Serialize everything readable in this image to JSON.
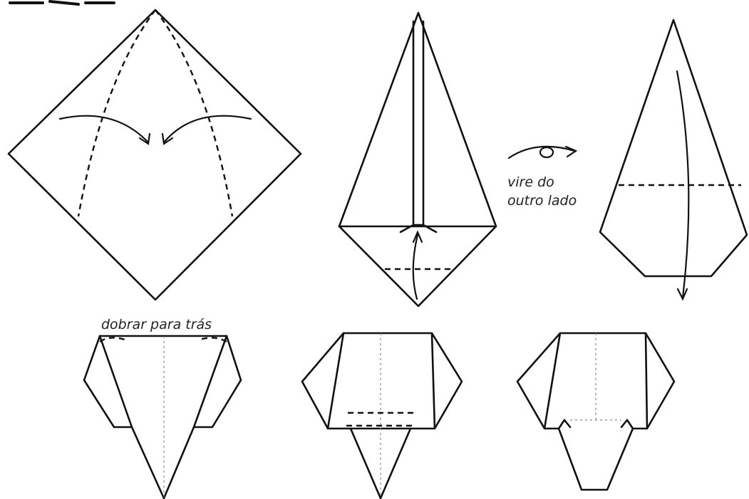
{
  "diagram": {
    "labels": {
      "turn_over": [
        "vire do",
        "outro lado"
      ],
      "fold_back": "dobrar para trás"
    }
  }
}
